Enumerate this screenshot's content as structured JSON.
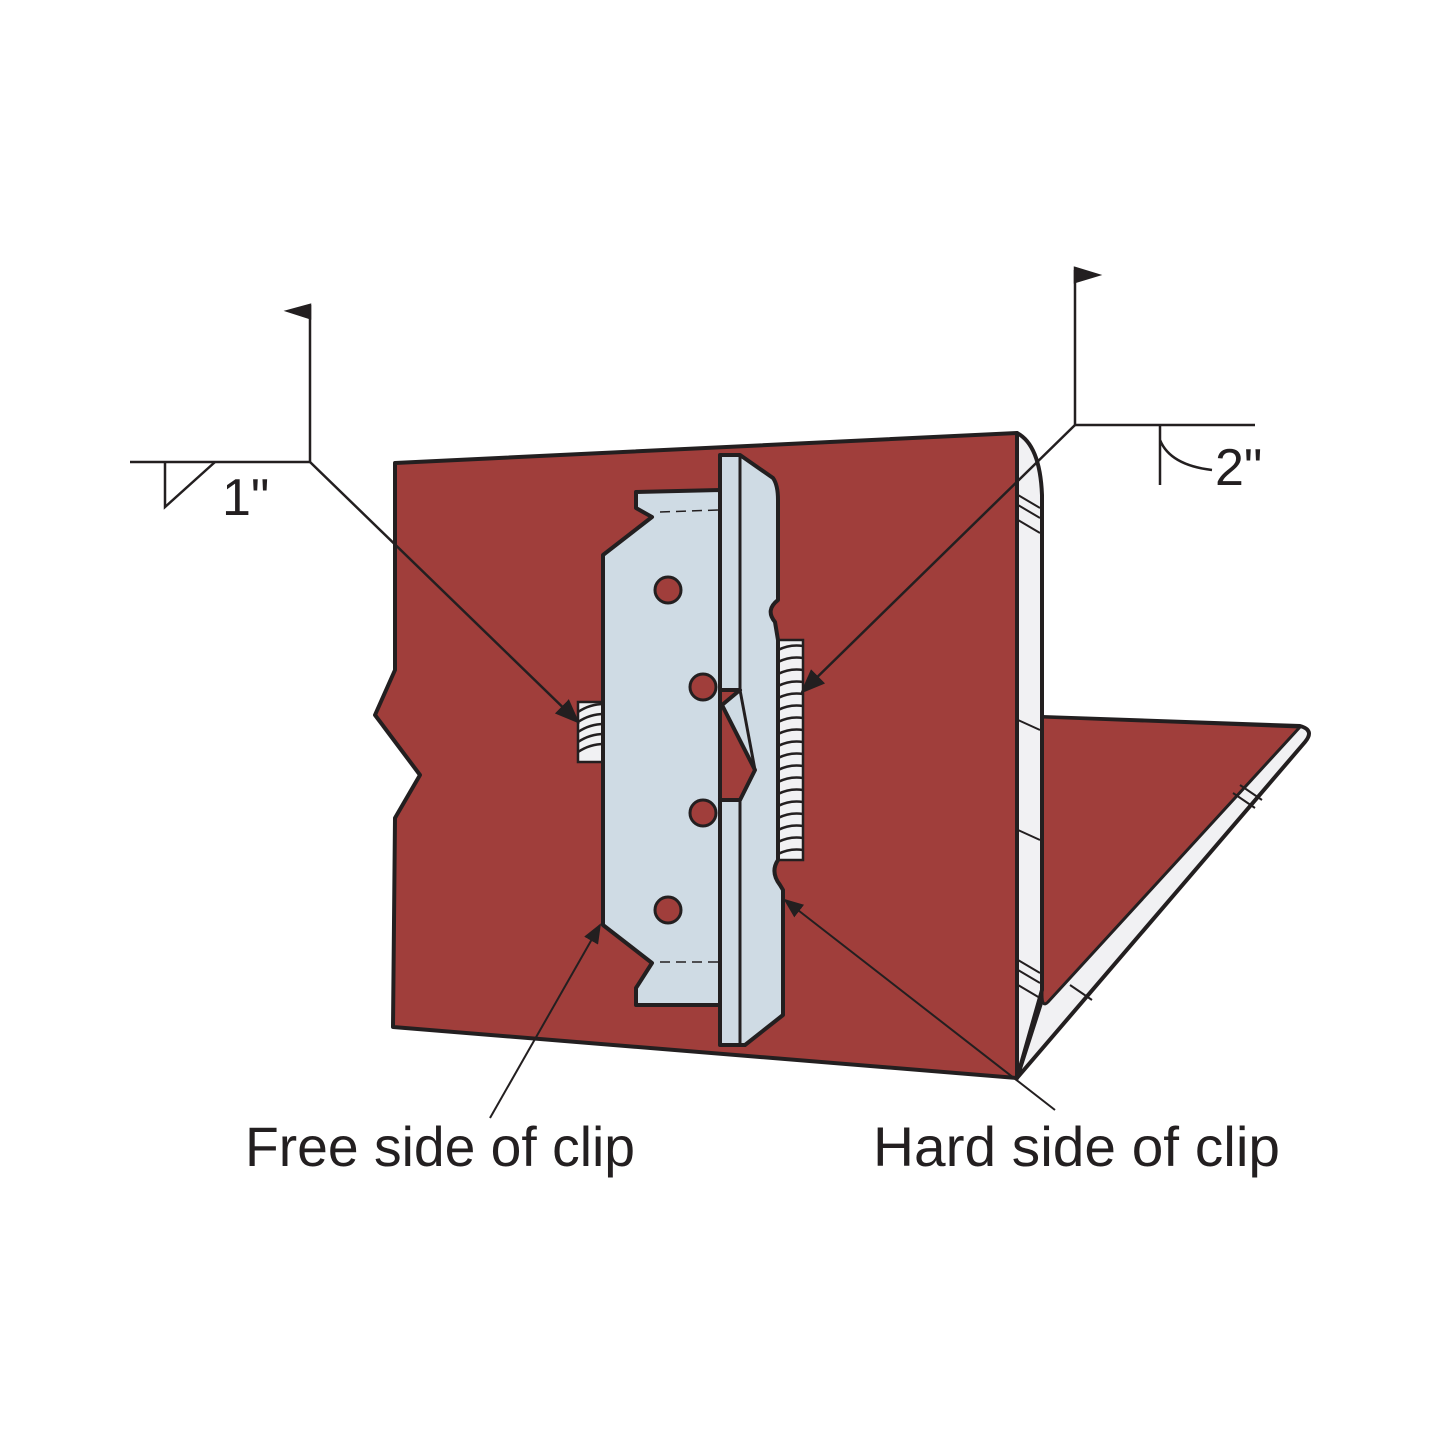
{
  "colors": {
    "wood": "#a03e3b",
    "clip": "#cfdbe4",
    "edge": "#f1f1f3",
    "line": "#231f20"
  },
  "weld_symbols": {
    "left_size": "1\"",
    "right_size": "2\""
  },
  "callouts": {
    "free_side": "Free side of clip",
    "hard_side": "Hard side of clip"
  }
}
